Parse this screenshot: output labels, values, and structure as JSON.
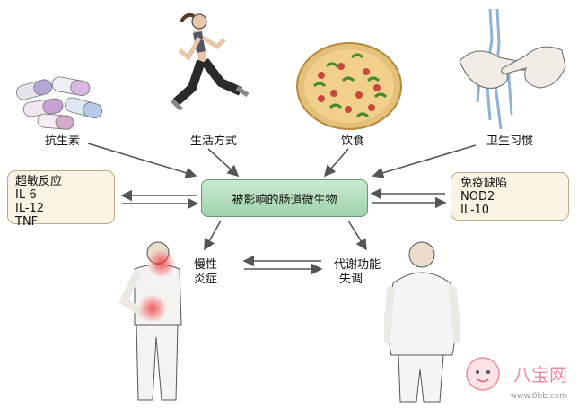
{
  "center_label": "被影响的肠道微生物",
  "factors": {
    "antibiotics": "抗生素",
    "lifestyle": "生活方式",
    "diet": "饮食",
    "hygiene": "卫生习惯"
  },
  "left_box": [
    "超敏反应",
    "IL-6",
    "IL-12",
    "TNF"
  ],
  "right_box": [
    "免疫缺陷",
    "NOD2",
    "IL-10"
  ],
  "outcomes": {
    "inflammation": [
      "慢性",
      "炎症"
    ],
    "metabolic": [
      "代谢功能",
      "失调"
    ]
  },
  "watermark": {
    "brand": "八宝网",
    "url": "www.8bb.com"
  },
  "colors": {
    "center_fill": "#a8d8b4",
    "box_fill": "#fbf4e4",
    "arrow": "#555555",
    "watermark": "#f08aa0"
  }
}
